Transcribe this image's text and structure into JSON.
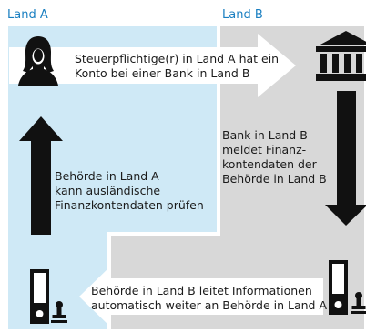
{
  "regions": {
    "country_a": "Land A",
    "country_b": "Land B"
  },
  "steps": {
    "taxpayer_account": "Steuerpflichtige(r) in Land A hat ein\nKonto bei einer Bank in Land B",
    "bank_reports": "Bank in Land B\nmeldet Finanz-\nkontendaten der\nBehörde in Land B",
    "authority_forwards": "Behörde in Land B leitet Informationen\nautomatisch weiter an Behörde in Land A",
    "authority_checks": "Behörde in Land A\nkann ausländische\nFinanzkontendaten prüfen"
  },
  "colors": {
    "country_a_label": "#1a7fc1",
    "country_a_zone": "#cfe9f6",
    "country_b_zone": "#d8d8d8",
    "arrows": "#ffffff",
    "icons": "#111111"
  },
  "icons": {
    "taxpayer": "person-icon",
    "bank": "bank-icon",
    "authority_b": "file-binder-stamp-icon",
    "authority_a": "file-binder-stamp-icon"
  }
}
